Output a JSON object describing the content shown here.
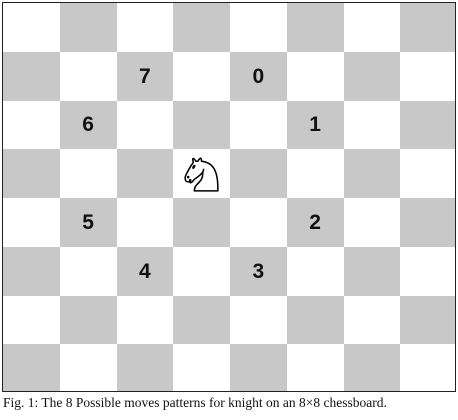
{
  "board": {
    "rows": 8,
    "cols": 8,
    "colors": {
      "light": "#ffffff",
      "dark": "#c8c8c8"
    },
    "knight": {
      "row": 3,
      "col": 3,
      "icon": "chess-knight-icon"
    },
    "moves": [
      {
        "label": "0",
        "row": 1,
        "col": 4
      },
      {
        "label": "1",
        "row": 2,
        "col": 5
      },
      {
        "label": "2",
        "row": 4,
        "col": 5
      },
      {
        "label": "3",
        "row": 5,
        "col": 4
      },
      {
        "label": "4",
        "row": 5,
        "col": 2
      },
      {
        "label": "5",
        "row": 4,
        "col": 1
      },
      {
        "label": "6",
        "row": 2,
        "col": 1
      },
      {
        "label": "7",
        "row": 1,
        "col": 2
      }
    ]
  },
  "caption": {
    "text": "Fig. 1: The 8 Possible moves patterns for knight on an 8×8 chessboard."
  }
}
